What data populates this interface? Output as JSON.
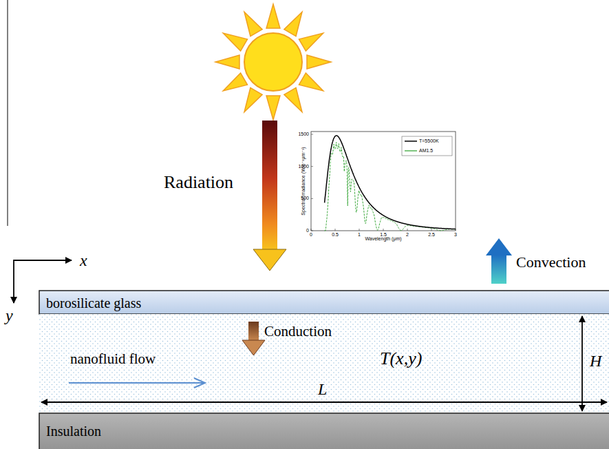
{
  "diagram": {
    "nodes": [
      {
        "text": [
          "borosilicate glass"
        ]
      },
      {
        "text": [
          "Conduction",
          "nanofluid flow",
          "T(x,y)",
          "H",
          "L"
        ]
      },
      {
        "text": [
          "Insulation"
        ]
      }
    ],
    "edges": [],
    "labels": [
      "Radiation",
      "Convection",
      "x",
      "y",
      "Spectral irradiance (Wm⁻²μm⁻¹)",
      "Wavelength (μm)",
      "0",
      "500",
      "1000",
      "1500",
      "0",
      "0.5",
      "1",
      "1.5",
      "2",
      "2.5",
      "3"
    ],
    "legend": [
      {
        "text": "T=5500K"
      },
      {
        "text": "AM1.5"
      }
    ]
  }
}
